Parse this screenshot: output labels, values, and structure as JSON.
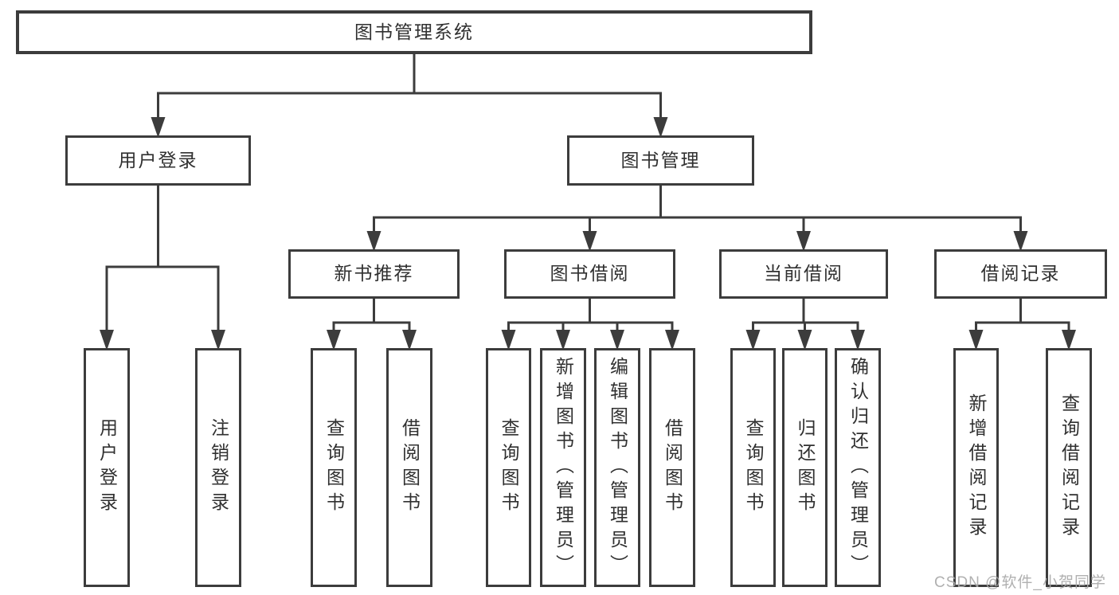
{
  "diagram": {
    "title": "图书管理系统",
    "nodes": [
      {
        "id": "root",
        "label": "图书管理系统"
      },
      {
        "id": "user-login",
        "label": "用户登录"
      },
      {
        "id": "book-mgmt",
        "label": "图书管理"
      },
      {
        "id": "new-book-rec",
        "label": "新书推荐"
      },
      {
        "id": "book-borrow",
        "label": "图书借阅"
      },
      {
        "id": "current-borrow",
        "label": "当前借阅"
      },
      {
        "id": "borrow-record",
        "label": "借阅记录"
      },
      {
        "id": "leaf-user-login",
        "label": "用户登录"
      },
      {
        "id": "leaf-logout",
        "label": "注销登录"
      },
      {
        "id": "leaf-query-book-1",
        "label": "查询图书"
      },
      {
        "id": "leaf-borrow-book-1",
        "label": "借阅图书"
      },
      {
        "id": "leaf-query-book-2",
        "label": "查询图书"
      },
      {
        "id": "leaf-add-book",
        "label": "新增图书（管理员）"
      },
      {
        "id": "leaf-edit-book",
        "label": "编辑图书（管理员）"
      },
      {
        "id": "leaf-borrow-book-2",
        "label": "借阅图书"
      },
      {
        "id": "leaf-query-book-3",
        "label": "查询图书"
      },
      {
        "id": "leaf-return-book",
        "label": "归还图书"
      },
      {
        "id": "leaf-confirm-return",
        "label": "确认归还（管理员）"
      },
      {
        "id": "leaf-add-record",
        "label": "新增借阅记录"
      },
      {
        "id": "leaf-query-record",
        "label": "查询借阅记录"
      }
    ],
    "edges": [
      {
        "from": "root",
        "to": "user-login"
      },
      {
        "from": "root",
        "to": "book-mgmt"
      },
      {
        "from": "user-login",
        "to": "leaf-user-login"
      },
      {
        "from": "user-login",
        "to": "leaf-logout"
      },
      {
        "from": "book-mgmt",
        "to": "new-book-rec"
      },
      {
        "from": "book-mgmt",
        "to": "book-borrow"
      },
      {
        "from": "book-mgmt",
        "to": "current-borrow"
      },
      {
        "from": "book-mgmt",
        "to": "borrow-record"
      },
      {
        "from": "new-book-rec",
        "to": "leaf-query-book-1"
      },
      {
        "from": "new-book-rec",
        "to": "leaf-borrow-book-1"
      },
      {
        "from": "book-borrow",
        "to": "leaf-query-book-2"
      },
      {
        "from": "book-borrow",
        "to": "leaf-add-book"
      },
      {
        "from": "book-borrow",
        "to": "leaf-edit-book"
      },
      {
        "from": "book-borrow",
        "to": "leaf-borrow-book-2"
      },
      {
        "from": "current-borrow",
        "to": "leaf-query-book-3"
      },
      {
        "from": "current-borrow",
        "to": "leaf-return-book"
      },
      {
        "from": "current-borrow",
        "to": "leaf-confirm-return"
      },
      {
        "from": "borrow-record",
        "to": "leaf-add-record"
      },
      {
        "from": "borrow-record",
        "to": "leaf-query-record"
      }
    ],
    "line_color": "#3c3c3c"
  },
  "watermark": "CSDN @软件_小贺同学"
}
